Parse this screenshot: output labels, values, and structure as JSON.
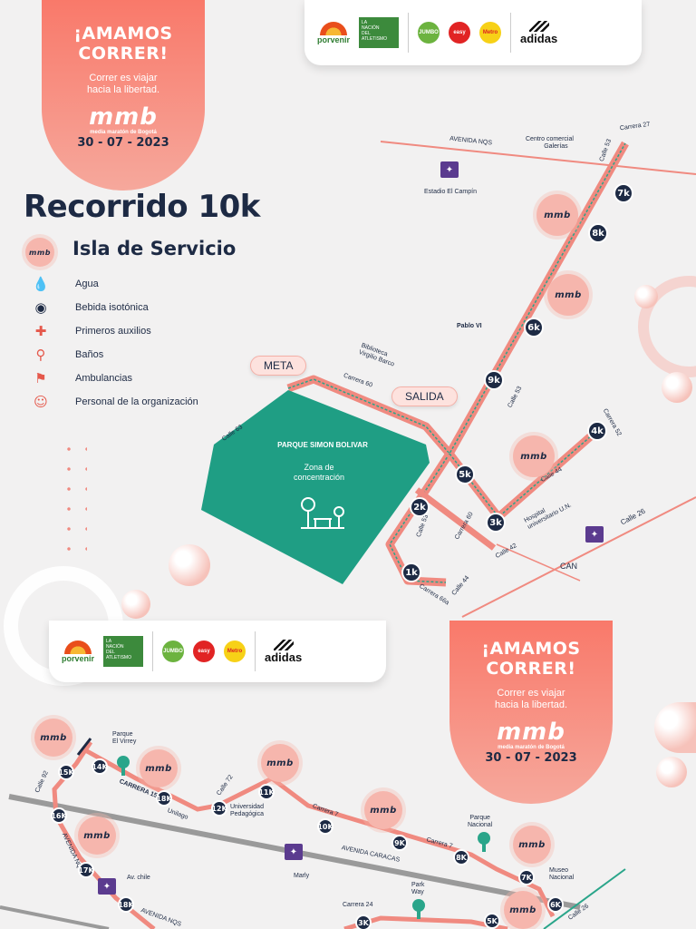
{
  "banner_top": {
    "slogan_title_1": "¡AMAMOS",
    "slogan_title_2": "CORRER!",
    "slogan_sub_1": "Correr es viajar",
    "slogan_sub_2": "hacia la libertad.",
    "brand": "mmb",
    "brand_sub": "media maratón de Bogotá",
    "date": "30 - 07 - 2023"
  },
  "banner_bottom": {
    "slogan_title_1": "¡AMAMOS",
    "slogan_title_2": "CORRER!",
    "slogan_sub_1": "Correr es viajar",
    "slogan_sub_2": "hacia la libertad.",
    "brand": "mmb",
    "brand_sub": "media maratón de Bogotá",
    "date": "30 - 07 - 2023"
  },
  "sponsors": {
    "porvenir": "porvenir",
    "nacion_1": "LA",
    "nacion_2": "NACIÓN",
    "nacion_3": "DEL",
    "nacion_4": "ATLETISMO",
    "jumbo": "JUMBO",
    "easy": "easy",
    "metro": "Metro",
    "adidas": "adidas"
  },
  "map": {
    "title": "Recorrido 10k",
    "legend_title": "Isla de Servicio",
    "legend_badge": "mmb",
    "legend_items": [
      {
        "icon": "water-drop-icon",
        "label": "Agua"
      },
      {
        "icon": "isotonic-drink-icon",
        "label": "Bebida isotónica"
      },
      {
        "icon": "first-aid-icon",
        "label": "Primeros auxilios"
      },
      {
        "icon": "restroom-icon",
        "label": "Baños"
      },
      {
        "icon": "ambulance-icon",
        "label": "Ambulancias"
      },
      {
        "icon": "staff-icon",
        "label": "Personal de la organización"
      }
    ],
    "meta": "META",
    "salida": "SALIDA",
    "park_name": "PARQUE SIMON BOLIVAR",
    "park_zone_1": "Zona de",
    "park_zone_2": "concentración",
    "streets": {
      "avenida_nqs": "AVENIDA NQS",
      "centro_comercial_1": "Centro comercial",
      "centro_comercial_2": "Galerías",
      "carrera_27": "Carrera 27",
      "calle_53_top": "Calle 53",
      "estadio": "Estadio El Campín",
      "pablo_vi": "Pablo VI",
      "biblioteca_1": "Biblioteca",
      "biblioteca_2": "Virgilio Barco",
      "carrera_60": "Carrera 60",
      "calle_63": "Calle 63",
      "calle_53_mid": "Calle 53",
      "calle_52": "Carrera 52",
      "calle_44": "Calle 44",
      "hospital_1": "Hospital",
      "hospital_2": "universitario U.N.",
      "calle_26": "Calle 26",
      "can": "CAN",
      "calle_42": "Calle 42",
      "carrera_60_b": "Carrera 60",
      "calle_53_b": "Calle 53",
      "carrera_66a": "Carrera 66a",
      "calle_44_b": "Calle 44"
    },
    "km_markers": [
      "1k",
      "2k",
      "3k",
      "4k",
      "5k",
      "6k",
      "7k",
      "8k",
      "9k"
    ]
  },
  "map_bottom": {
    "streets": {
      "parque_virrey_1": "Parque",
      "parque_virrey_2": "El Virrey",
      "carrera_15": "CARRERA 15",
      "calle_92": "Calle 92",
      "calle_72": "Calle 72",
      "unilago": "Unilago",
      "universidad_1": "Universidad",
      "universidad_2": "Pedagógica",
      "carrera_7": "Carrera 7",
      "carrera_7_b": "Carrera 7",
      "avenida_caracas": "AVENIDA CARACAS",
      "avenida_nqs": "AVENIDA NQS",
      "parque_nacional_1": "Parque",
      "parque_nacional_2": "Nacional",
      "marly": "Marly",
      "av_chile": "Av. chile",
      "avenida_nqs_side": "AVENIDA NQS",
      "park_way_1": "Park",
      "park_way_2": "Way",
      "carrera_24": "Carrera 24",
      "museo_1": "Museo",
      "museo_2": "Nacional",
      "calle_26": "Calle 26"
    },
    "km_markers": [
      "15K",
      "14K",
      "18K",
      "12K",
      "11K",
      "16K",
      "10K",
      "9K",
      "8K",
      "17K",
      "7K",
      "6K",
      "18K",
      "3K",
      "5K"
    ]
  },
  "colors": {
    "route": "#f08a80",
    "wave": "#2aa58a",
    "park": "#1f9e84",
    "navy": "#1d2a44",
    "road": "#9a9a9a"
  }
}
